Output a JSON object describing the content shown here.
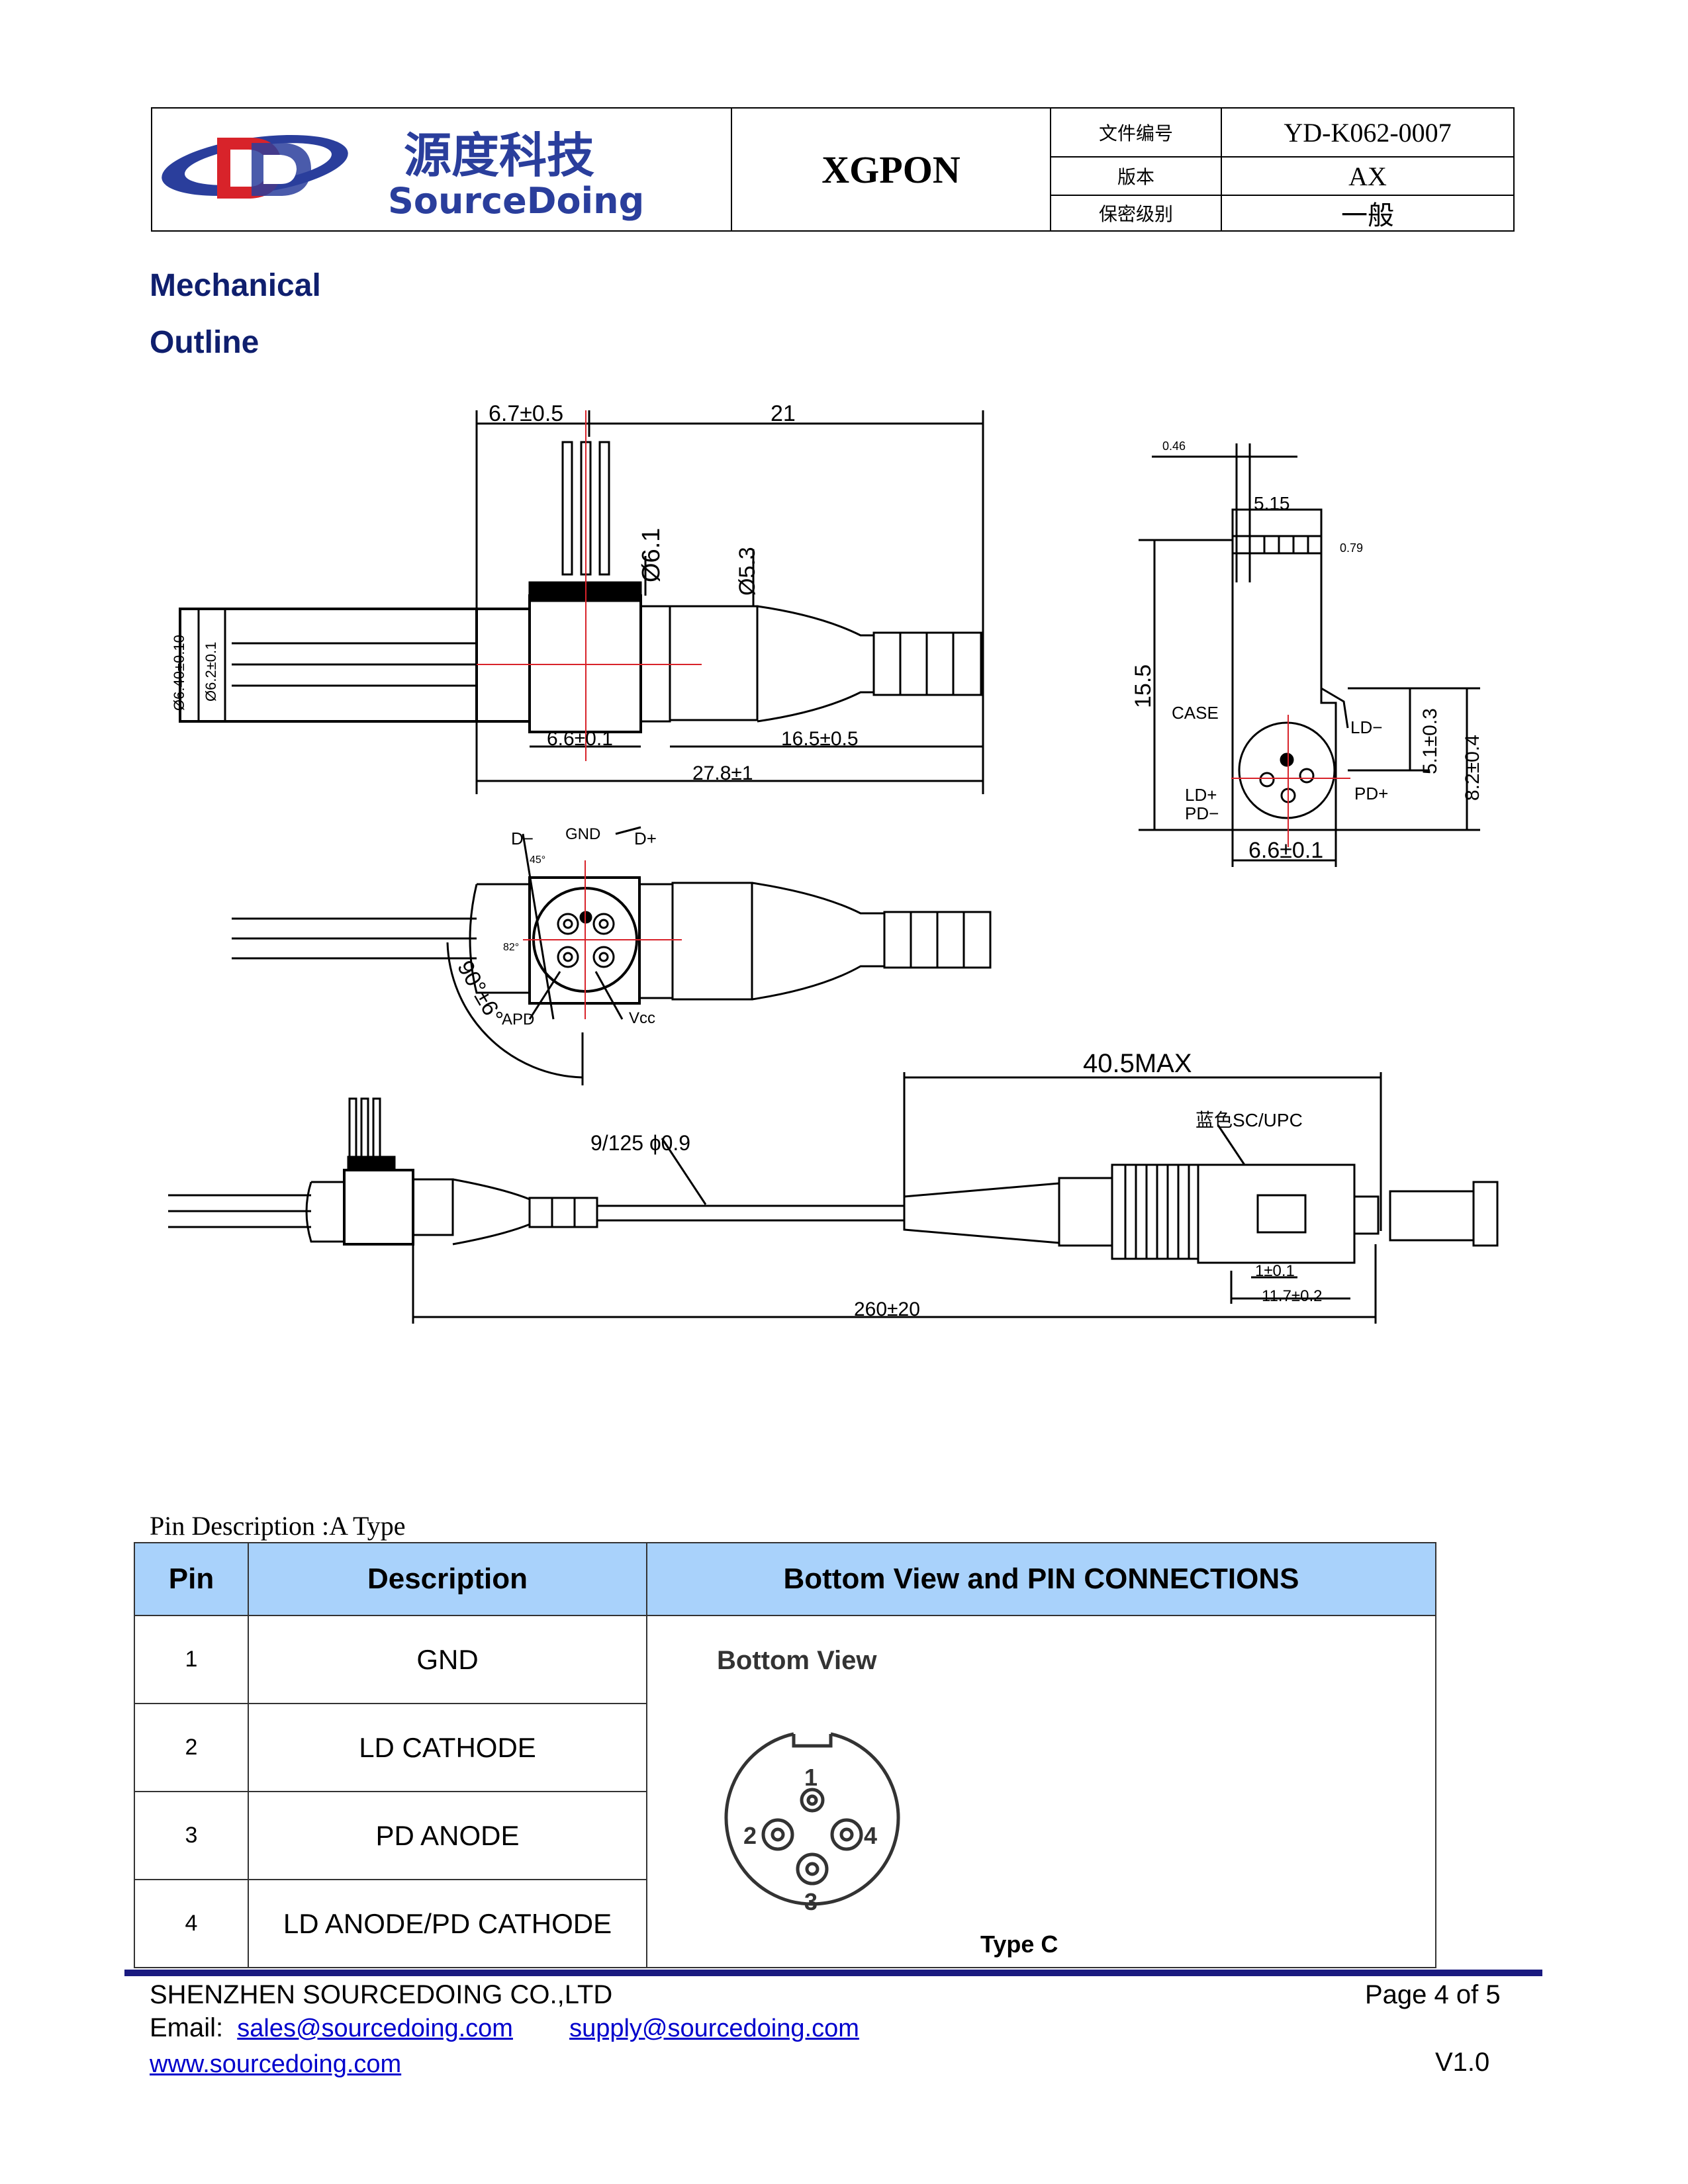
{
  "header": {
    "logo_cn": "源度科技",
    "logo_en": "SourceDoing",
    "title": "XGPON",
    "meta": [
      {
        "key": "文件编号",
        "value": "YD-K062-0007"
      },
      {
        "key": "版本",
        "value": "AX"
      },
      {
        "key": "保密级别",
        "value": "一般"
      }
    ]
  },
  "section": {
    "line1": "Mechanical",
    "line2": "Outline"
  },
  "drawing": {
    "dims_top": {
      "d1": "6.7±0.5",
      "d2": "21",
      "d3": "Ø6.1",
      "d4": "Ø5.3",
      "d5": "Ø6.40±0.10",
      "d6": "Ø6.2±0.1",
      "d7": "6.6±0.1",
      "d8": "16.5±0.5",
      "d9": "27.8±1"
    },
    "dims_side": {
      "s1": "0.46",
      "s2": "5.15",
      "s3": "0.79",
      "s4": "15.5",
      "s5": "5.1±0.3",
      "s6": "8.2±0.4",
      "s7": "6.6±0.1",
      "case": "CASE",
      "ld_minus": "LD−",
      "ld_plus": "LD+",
      "pd_minus": "PD−",
      "pd_plus": "PD+"
    },
    "dims_mid": {
      "d_minus": "D−",
      "gnd": "GND",
      "d_plus": "D+",
      "apd": "APD",
      "vcc": "Vcc",
      "angle": "90°±6°",
      "a1": "45°",
      "a2": "82°"
    },
    "dims_bottom": {
      "max": "40.5MAX",
      "fiber": "9/125 ɸ0.9",
      "connector": "蓝色SC/UPC",
      "d1": "1±0.1",
      "d2": "11.7±0.2",
      "length": "260±20"
    }
  },
  "pin_table": {
    "caption": "Pin Description :A Type",
    "headers": [
      "Pin",
      "Description",
      "Bottom View and PIN CONNECTIONS"
    ],
    "rows": [
      {
        "pin": "1",
        "description": "GND"
      },
      {
        "pin": "2",
        "description": "LD CATHODE"
      },
      {
        "pin": "3",
        "description": "PD ANODE"
      },
      {
        "pin": "4",
        "description": "LD ANODE/PD CATHODE"
      }
    ],
    "view_title": "Bottom View",
    "view_pins": [
      "1",
      "2",
      "3",
      "4"
    ],
    "view_type": "Type C"
  },
  "footer": {
    "company": "SHENZHEN SOURCEDOING CO.,LTD",
    "page": "Page 4 of 5",
    "email_label": "Email:",
    "email1": "sales@sourcedoing.com",
    "email2": "supply@sourcedoing.com",
    "website": "www.sourcedoing.com",
    "version": "V1.0"
  },
  "colors": {
    "heading": "#0f1f6e",
    "table_header": "#a9d2fb",
    "logo_red": "#d8232a",
    "logo_blue": "#2a3e9c"
  }
}
